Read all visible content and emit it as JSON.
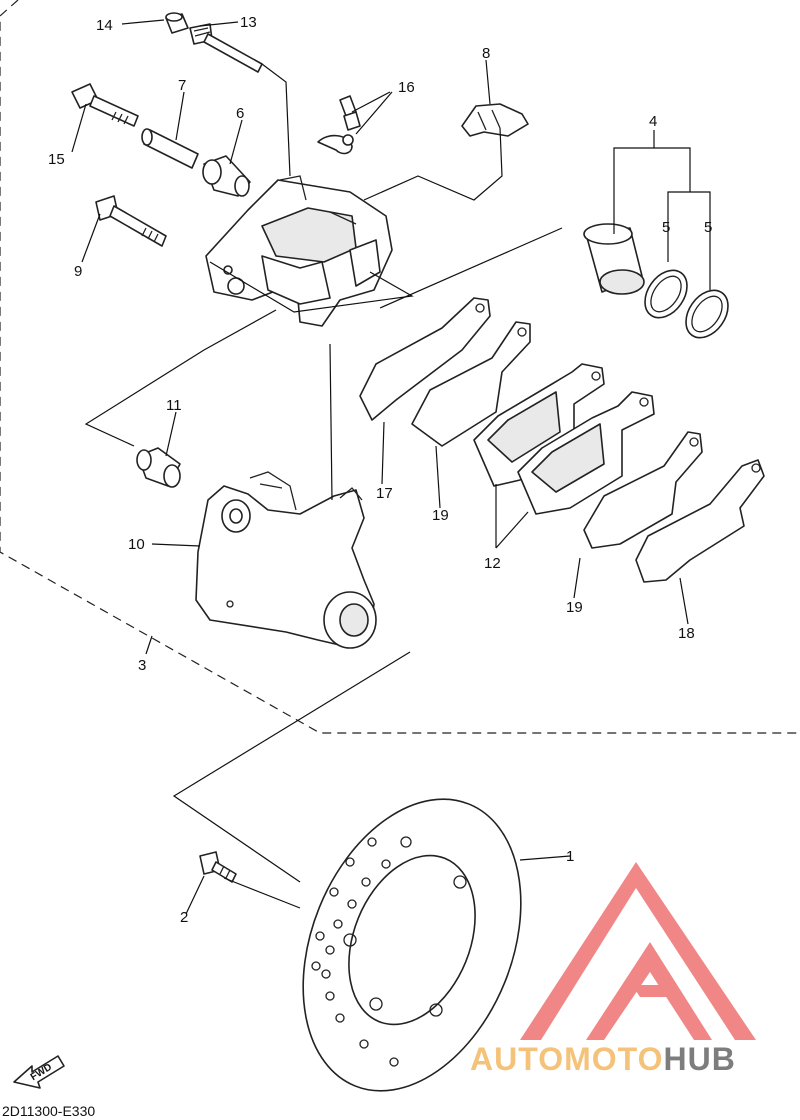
{
  "callouts": [
    {
      "id": "1",
      "text": "1"
    },
    {
      "id": "2",
      "text": "2"
    },
    {
      "id": "3",
      "text": "3"
    },
    {
      "id": "4",
      "text": "4"
    },
    {
      "id": "5a",
      "text": "5"
    },
    {
      "id": "5b",
      "text": "5"
    },
    {
      "id": "6",
      "text": "6"
    },
    {
      "id": "7",
      "text": "7"
    },
    {
      "id": "8",
      "text": "8"
    },
    {
      "id": "9",
      "text": "9"
    },
    {
      "id": "10",
      "text": "10"
    },
    {
      "id": "11",
      "text": "11"
    },
    {
      "id": "12",
      "text": "12"
    },
    {
      "id": "13",
      "text": "13"
    },
    {
      "id": "14",
      "text": "14"
    },
    {
      "id": "15",
      "text": "15"
    },
    {
      "id": "16",
      "text": "16"
    },
    {
      "id": "17",
      "text": "17"
    },
    {
      "id": "18",
      "text": "18"
    },
    {
      "id": "19a",
      "text": "19"
    },
    {
      "id": "19b",
      "text": "19"
    }
  ],
  "diagram_code": "2D11300-E330",
  "fwd_label": "FWD",
  "watermark": {
    "prefix": "AUTOMOTO",
    "suffix": "HUB",
    "prefix_color": "#f5c27a",
    "suffix_color": "#7d7d7d",
    "logo_color": "#f07a7a"
  }
}
